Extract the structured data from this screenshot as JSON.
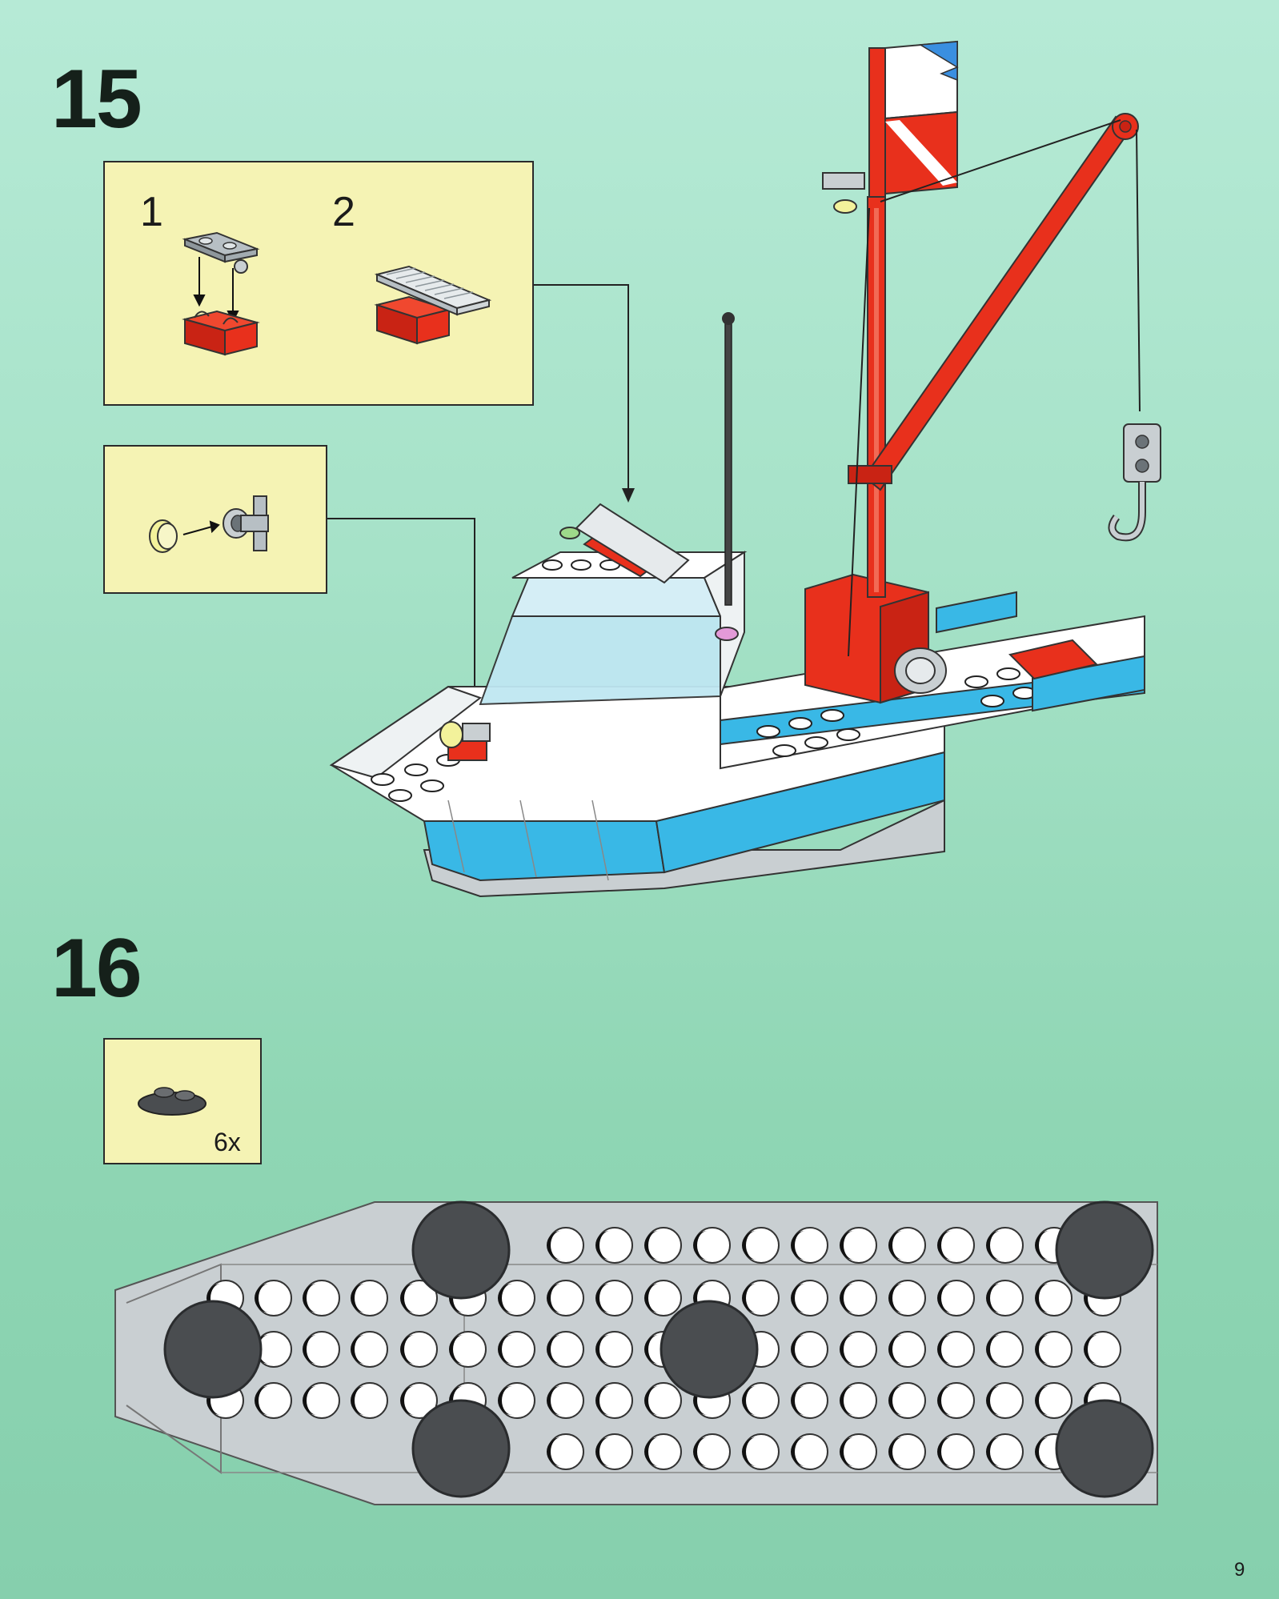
{
  "steps": [
    {
      "number": "15",
      "callouts": [
        {
          "substeps": [
            "1",
            "2"
          ]
        },
        {
          "substeps": []
        }
      ]
    },
    {
      "number": "16",
      "callouts": [
        {
          "quantity": "6x"
        }
      ]
    }
  ],
  "page_number": "9",
  "colors": {
    "background": "#a6e2c8",
    "callout": "#f5f3b4",
    "brick_red": "#e8301c",
    "brick_blue": "#39b8e6",
    "hull_white": "#ffffff",
    "baseplate_gray": "#c9cfd2",
    "round_plate_dark": "#4a4d50"
  }
}
